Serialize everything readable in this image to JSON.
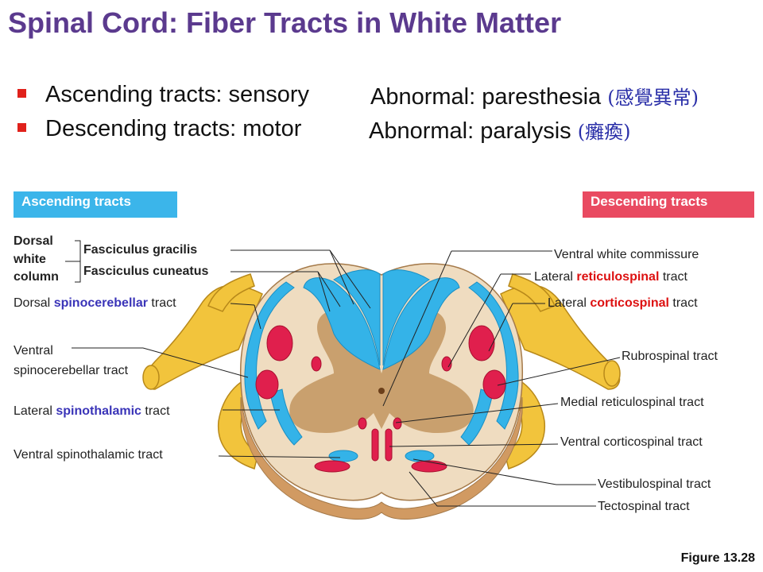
{
  "title": "Spinal Cord: Fiber Tracts in White Matter",
  "bullets": [
    {
      "left": "Ascending tracts: sensory",
      "right": "Abnormal: paresthesia",
      "cjk": "(感覺異常)"
    },
    {
      "left": "Descending tracts: motor",
      "right": "Abnormal: paralysis",
      "cjk": "(癱瘓)"
    }
  ],
  "headers": {
    "ascending": "Ascending tracts",
    "descending": "Descending tracts"
  },
  "colors": {
    "title": "#5b3a8e",
    "ascending": "#3bb5ea",
    "descending": "#e94a61",
    "tract_blue": "#34b3e8",
    "tract_red": "#e01f4d",
    "grey_matter": "#c9a06e",
    "white_matter": "#efdcc0",
    "nerve": "#f2c43c"
  },
  "labels_left": {
    "dorsal_column_1": "Dorsal",
    "dorsal_column_2": "white",
    "dorsal_column_3": "column",
    "fasciculus_gracilis": "Fasciculus gracilis",
    "fasciculus_cuneatus": "Fasciculus cuneatus",
    "dorsal_spino_a": "Dorsal",
    "dorsal_spino_b": "spinocerebellar",
    "dorsal_spino_c": "tract",
    "ventral_spino_1": "Ventral",
    "ventral_spino_2": "spinocerebellar tract",
    "lateral_st_a": "Lateral",
    "lateral_st_b": "spinothalamic",
    "lateral_st_c": "tract",
    "ventral_st": "Ventral spinothalamic  tract"
  },
  "labels_right": {
    "ventral_white_commissure": "Ventral white commissure",
    "lateral_rs_a": "Lateral",
    "lateral_rs_b": "reticulospinal",
    "lateral_rs_c": "tract",
    "lateral_cs_a": "Lateral",
    "lateral_cs_b": "corticospinal",
    "lateral_cs_c": "tract",
    "rubrospinal": "Rubrospinal  tract",
    "medial_rs": "Medial reticulospinal tract",
    "ventral_cs": "Ventral corticospinal tract",
    "vestibulospinal": "Vestibulospinal  tract",
    "tectospinal": "Tectospinal tract"
  },
  "figure": "Figure 13.28"
}
